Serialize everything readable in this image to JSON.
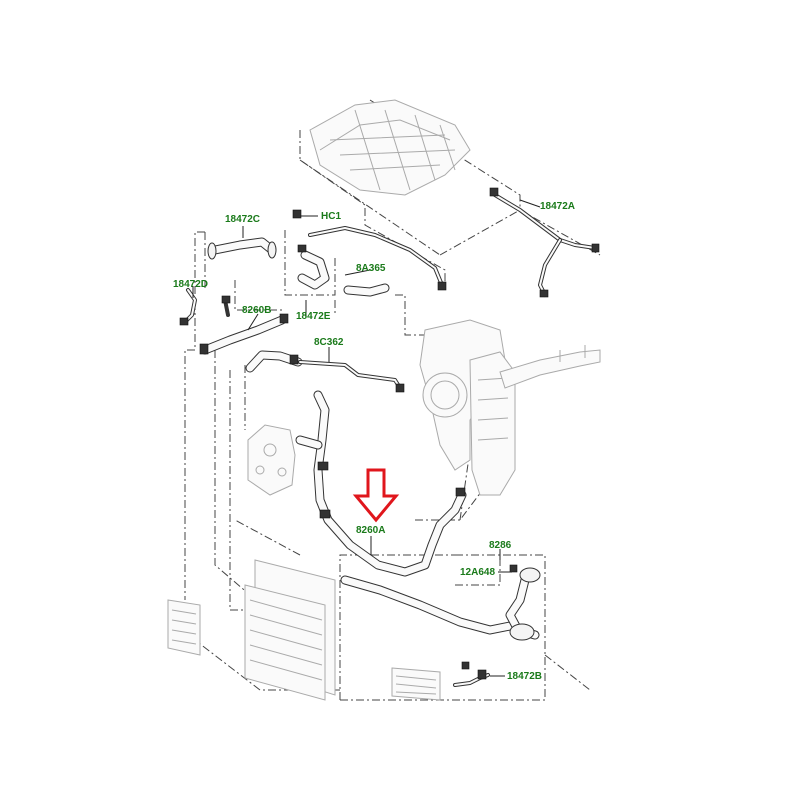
{
  "labels": {
    "l18472c": "18472C",
    "lhc1": "HC1",
    "l18472a": "18472A",
    "l8a365": "8A365",
    "l18472d": "18472D",
    "l8260b": "8260B",
    "l18472e": "18472E",
    "l8c362": "8C362",
    "l8260a": "8260A",
    "l8286": "8286",
    "l12a648": "12A648",
    "l18472b": "18472B"
  },
  "colors": {
    "label": "#1a7a1a",
    "arrow": "#e0161c",
    "line": "#333333"
  },
  "highlight": {
    "icon": "down-arrow-icon",
    "target": "8260A"
  }
}
